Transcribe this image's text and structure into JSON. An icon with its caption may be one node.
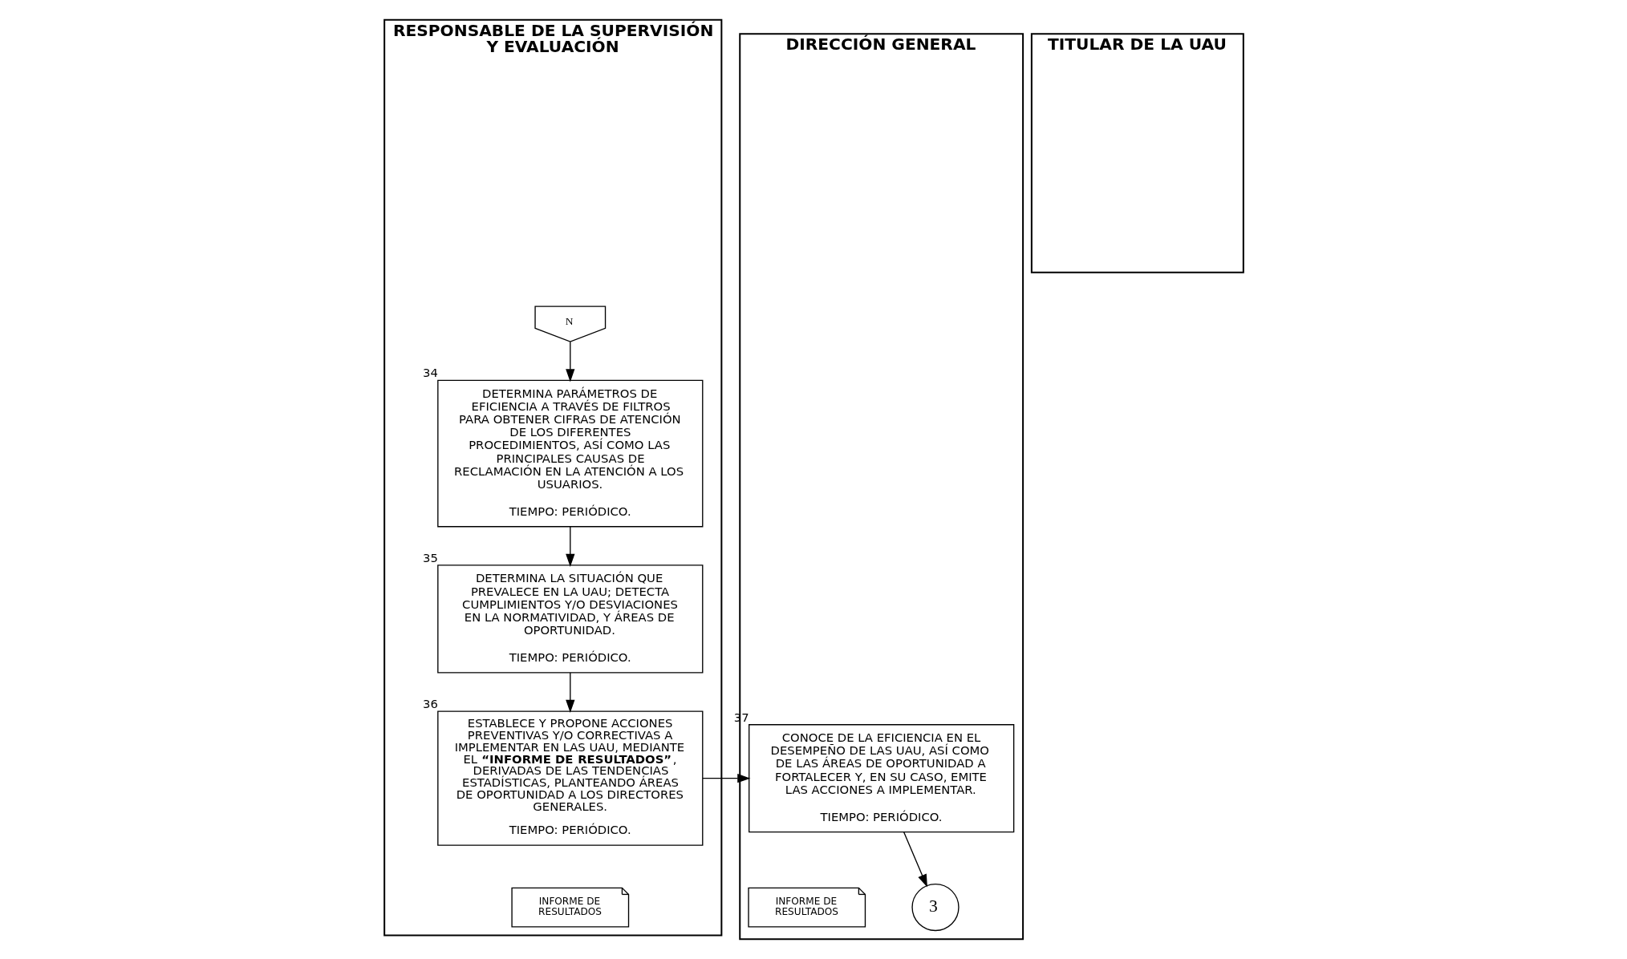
{
  "diagram": {
    "nodes": [
      {
        "text": [
          "RESPONSABLE DE LA SUPERVISIÓN Y EVALUACIÓN"
        ]
      },
      {
        "text": [
          "N"
        ],
        "in": 0
      },
      {
        "text": [
          "DETERMINA PARÁMETROS DE EFICIENCIA A TRAVÉS DE FILTROS PARA OBTENER CIFRAS DE ATENCIÓN DE LOS DIFERENTES PROCEDIMIENTOS, ASÍ COMO LAS PRINCIPALES CAUSAS DE RECLAMACIÓN EN LA ATENCIÓN A LOS USUARIOS.",
          "TIEMPO: PERIÓDICO."
        ],
        "in": 0,
        "beside": [
          "34"
        ]
      },
      {
        "text": [
          "DETERMINA LA SITUACIÓN QUE PREVALECE EN LA UAU; DETECTA CUMPLIMIENTOS Y/O DESVIACIONES EN LA NORMATIVIDAD, Y ÁREAS DE OPORTUNIDAD.",
          "TIEMPO: PERIÓDICO."
        ],
        "in": 0,
        "beside": [
          "35"
        ]
      },
      {
        "text": [
          "ESTABLECE Y PROPONE ACCIONES PREVENTIVAS Y/O CORRECTIVAS A IMPLEMENTAR EN LAS UAU, MEDIANTE EL **“INFORME DE RESULTADOS”**, DERIVADAS DE LAS TENDENCIAS ESTADÍSTICAS, PLANTEANDO ÁREAS DE OPORTUNIDAD A LOS DIRECTORES GENERALES.",
          "TIEMPO: PERIÓDICO."
        ],
        "in": 0,
        "beside": [
          "36"
        ]
      },
      {
        "text": [
          "INFORME DE RESULTADOS"
        ],
        "in": 0
      },
      {
        "text": [
          "DIRECCIÓN GENERAL"
        ]
      },
      {
        "text": [
          "CONOCE DE LA EFICIENCIA EN EL DESEMPEÑO DE LAS UAU, ASÍ COMO DE LAS ÁREAS DE OPORTUNIDAD A FORTALECER Y, EN SU CASO, EMITE LAS ACCIONES A IMPLEMENTAR.",
          "TIEMPO: PERIÓDICO."
        ],
        "in": 6,
        "beside": [
          "37"
        ]
      },
      {
        "text": [
          "INFORME DE RESULTADOS"
        ],
        "in": 6
      },
      {
        "text": [
          "3"
        ],
        "in": 6
      },
      {
        "text": [
          "TITULAR DE LA UAU"
        ]
      }
    ],
    "edges": [
      {
        "from": 1,
        "to": 2,
        "arrow": "to"
      },
      {
        "from": 2,
        "to": 3,
        "arrow": "to"
      },
      {
        "from": 3,
        "to": 4,
        "arrow": "to"
      },
      {
        "from": 4,
        "to": 7,
        "arrow": "to"
      },
      {
        "from": 7,
        "to": 9,
        "arrow": "to"
      }
    ]
  }
}
